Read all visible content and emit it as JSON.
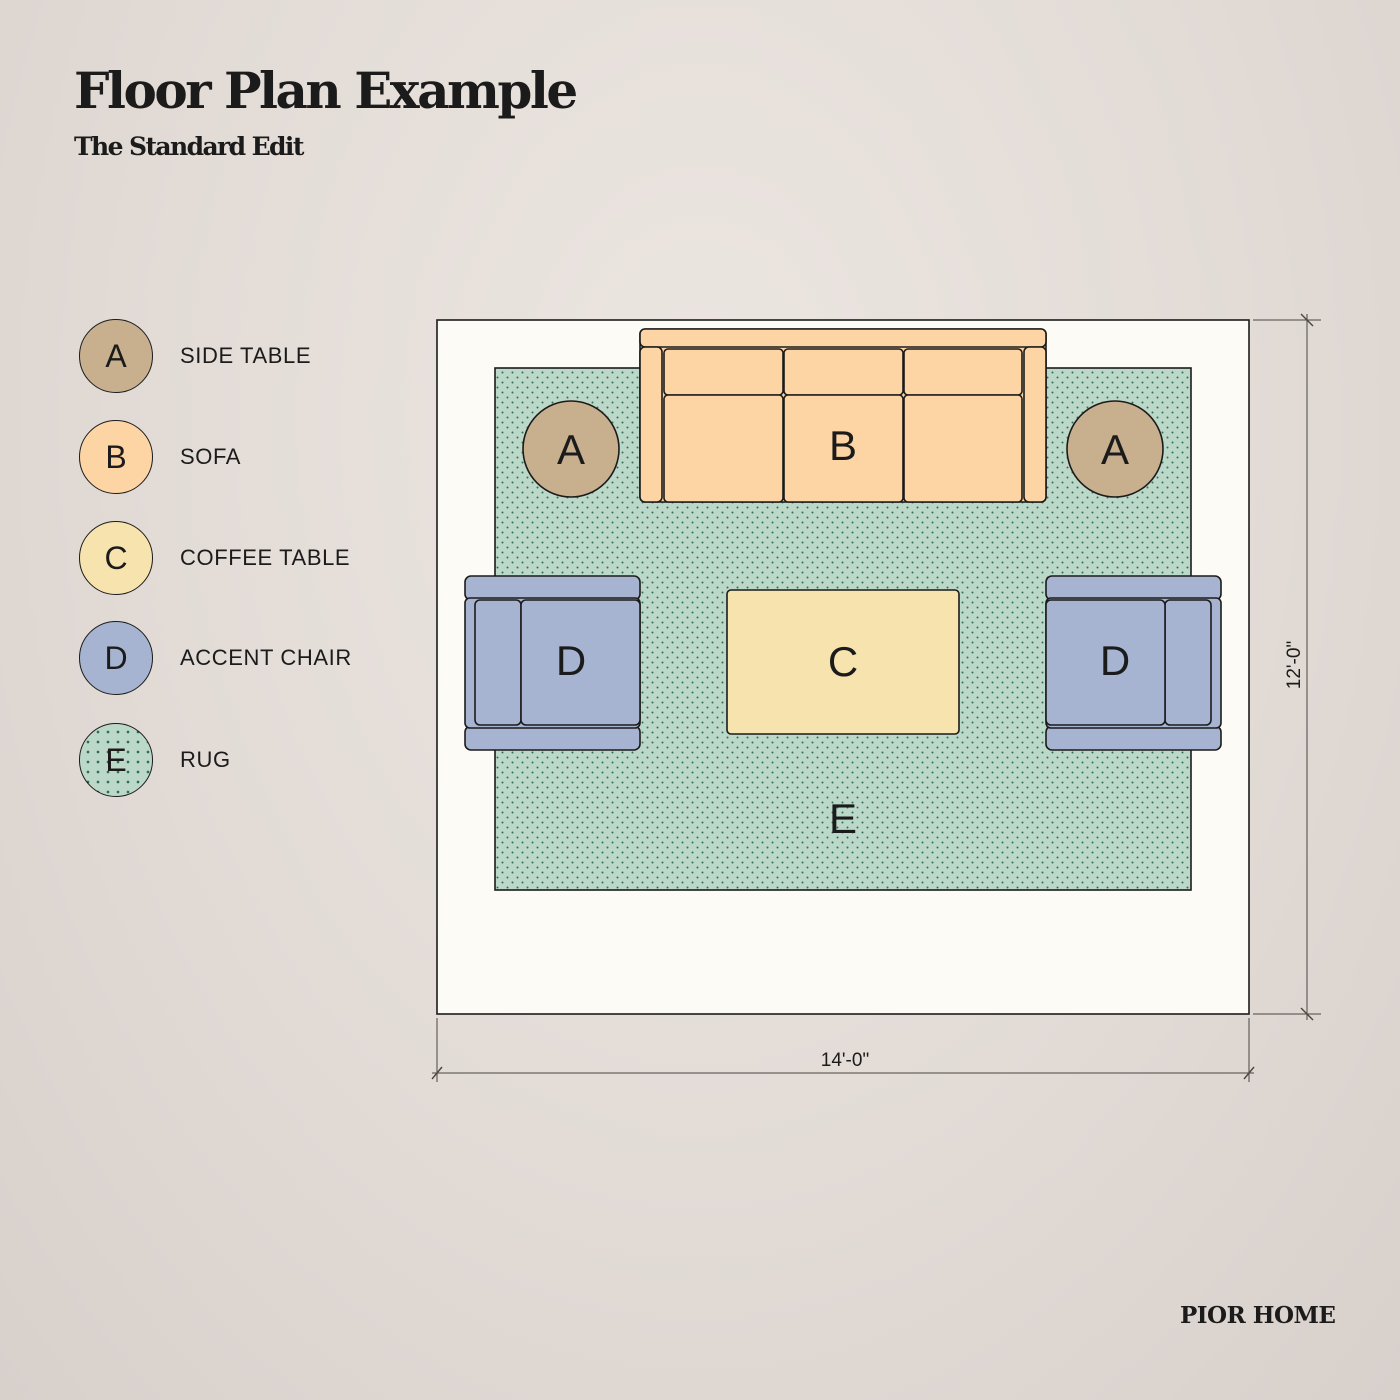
{
  "title": "Floor Plan Example",
  "subtitle": "The Standard Edit",
  "brand": "PIOR HOME",
  "colors": {
    "side_table": "#c8b08f",
    "sofa": "#fdd4a3",
    "coffee_table": "#f6e3ad",
    "accent_chair": "#a6b4d1",
    "rug": "#bcd8c9",
    "floor": "#fdfbf5",
    "outline": "#1b1b1b"
  },
  "legend": [
    {
      "letter": "A",
      "label": "SIDE TABLE"
    },
    {
      "letter": "B",
      "label": "SOFA"
    },
    {
      "letter": "C",
      "label": "COFFEE TABLE"
    },
    {
      "letter": "D",
      "label": "ACCENT CHAIR"
    },
    {
      "letter": "E",
      "label": "RUG"
    }
  ],
  "plan": {
    "side_table_left": "A",
    "side_table_right": "A",
    "sofa": "B",
    "coffee_table": "C",
    "chair_left": "D",
    "chair_right": "D",
    "rug": "E",
    "width_label": "14'-0\"",
    "height_label": "12'-0\""
  }
}
